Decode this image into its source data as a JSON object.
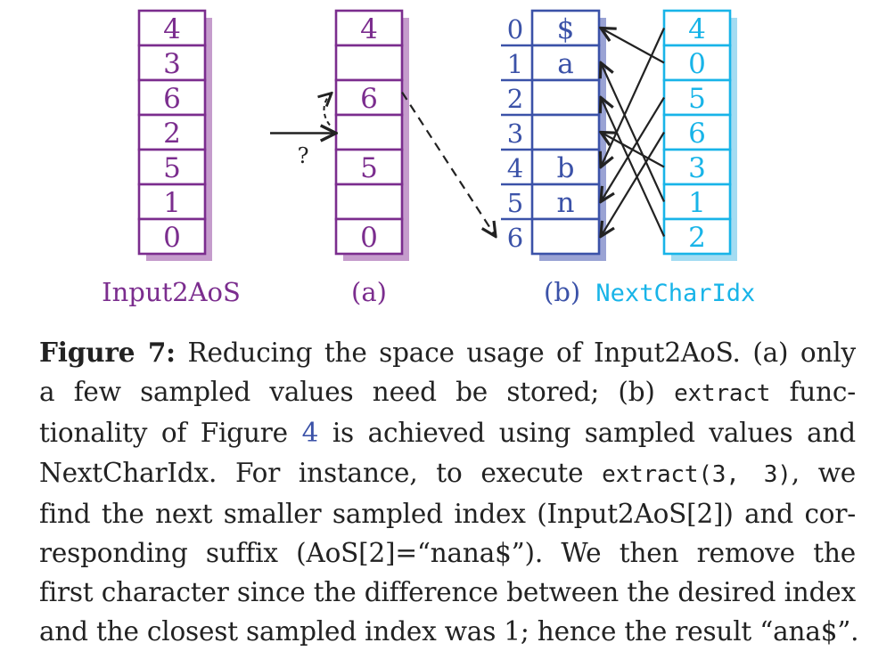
{
  "figure": {
    "input2aos": {
      "values": [
        "4",
        "3",
        "6",
        "2",
        "5",
        "1",
        "0"
      ],
      "label": "Input2AoS",
      "color": "#7b2d8e",
      "shadow": "#c59ccc"
    },
    "panel_a": {
      "values": [
        "4",
        "",
        "6",
        "",
        "5",
        "",
        "0"
      ],
      "label": "(a)",
      "arrow_label": "?"
    },
    "panel_b": {
      "indices": [
        "0",
        "1",
        "2",
        "3",
        "4",
        "5",
        "6"
      ],
      "chars": [
        "$",
        "a",
        "",
        "",
        "b",
        "n",
        ""
      ],
      "label_prefix": "(b)",
      "label_mono": "NextCharIdx",
      "color": "#3b52a8",
      "shadow": "#9aa3d4"
    },
    "next_char_idx": {
      "values": [
        "4",
        "0",
        "5",
        "6",
        "3",
        "1",
        "2"
      ],
      "color": "#18b4e8",
      "shadow": "#a3dcf2"
    }
  },
  "caption": {
    "fig_label": "Figure 7:",
    "l1_rest": " Reducing the space usage of Input2AoS. (a) only",
    "l2_a": "a few sampled values need be stored; (b) ",
    "l2_code": "extract",
    "l2_b": " func-",
    "l3_a": "tionality of Figure ",
    "l3_ref": "4",
    "l3_b": " is achieved using sampled values and",
    "l4_a": "NextCharIdx. For instance, to execute ",
    "l4_code": "extract(3, 3)",
    "l4_b": ", we",
    "l5": "find the next smaller sampled index (Input2AoS[2]) and cor-",
    "l6": "responding suffix (AoS[2]=“nana$”). We then remove the",
    "l7": "first character since the difference between the desired index",
    "l8": "and the closest sampled index was 1; hence the result “ana$”."
  }
}
